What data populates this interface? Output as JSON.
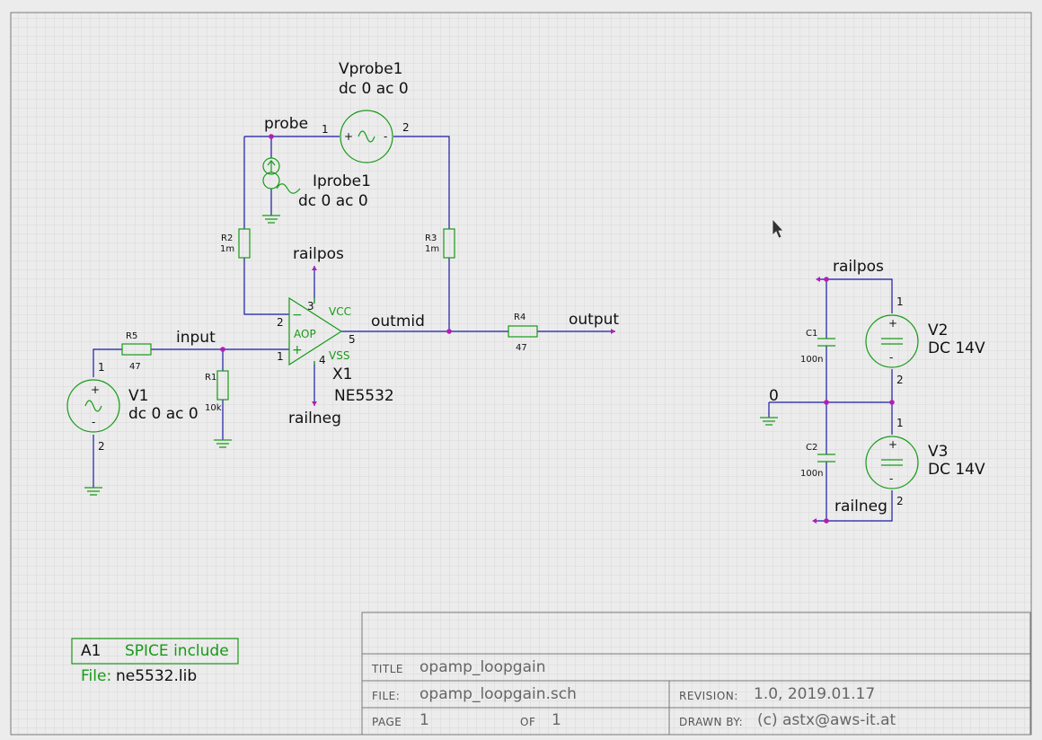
{
  "nets": {
    "probe": "probe",
    "input": "input",
    "outmid": "outmid",
    "output": "output",
    "railpos_top": "railpos",
    "railneg_bottom": "railneg",
    "railpos_right": "railpos",
    "railneg_right": "railneg",
    "ground_zero": "0"
  },
  "components": {
    "vprobe1": {
      "ref": "Vprobe1",
      "value": "dc 0 ac 0",
      "pin1": "1",
      "pin2": "2"
    },
    "iprobe1": {
      "ref": "Iprobe1",
      "value": "dc 0 ac 0"
    },
    "r2": {
      "ref": "R2",
      "value": "1m"
    },
    "r3": {
      "ref": "R3",
      "value": "1m"
    },
    "r5": {
      "ref": "R5",
      "value": "47"
    },
    "r1": {
      "ref": "R1",
      "value": "10k"
    },
    "r4": {
      "ref": "R4",
      "value": "47"
    },
    "v1": {
      "ref": "V1",
      "value": "dc 0 ac 0",
      "pin1": "1",
      "pin2": "2"
    },
    "x1": {
      "ref": "X1",
      "value": "NE5532",
      "body": "AOP",
      "vcc": "VCC",
      "vss": "VSS",
      "pin_inv": "2",
      "pin_noninv": "1",
      "pin_vcc": "3",
      "pin_vss": "4",
      "pin_out": "5",
      "minus": "−",
      "plus": "+"
    },
    "c1": {
      "ref": "C1",
      "value": "100n"
    },
    "c2": {
      "ref": "C2",
      "value": "100n"
    },
    "v2": {
      "ref": "V2",
      "value": "DC 14V",
      "pin1": "1",
      "pin2": "2"
    },
    "v3": {
      "ref": "V3",
      "value": "DC 14V",
      "pin1": "1",
      "pin2": "2"
    }
  },
  "spice_include": {
    "ref": "A1",
    "title": "SPICE include",
    "file_label": "File:",
    "file": "ne5532.lib"
  },
  "title_block": {
    "title_label": "TITLE",
    "title": "opamp_loopgain",
    "file_label": "FILE:",
    "file": "opamp_loopgain.sch",
    "revision_label": "REVISION:",
    "revision": "1.0, 2019.01.17",
    "page_label": "PAGE",
    "page": "1",
    "of_label": "OF",
    "of": "1",
    "drawn_label": "DRAWN BY:",
    "drawn_by": "(c) astx@aws-it.at"
  },
  "colors": {
    "wire": "#1a1aa6",
    "component": "#179a17",
    "junction": "#b51cb5",
    "grid": "#d6d6d6"
  },
  "icons": {
    "cursor": "mouse-pointer-icon"
  }
}
